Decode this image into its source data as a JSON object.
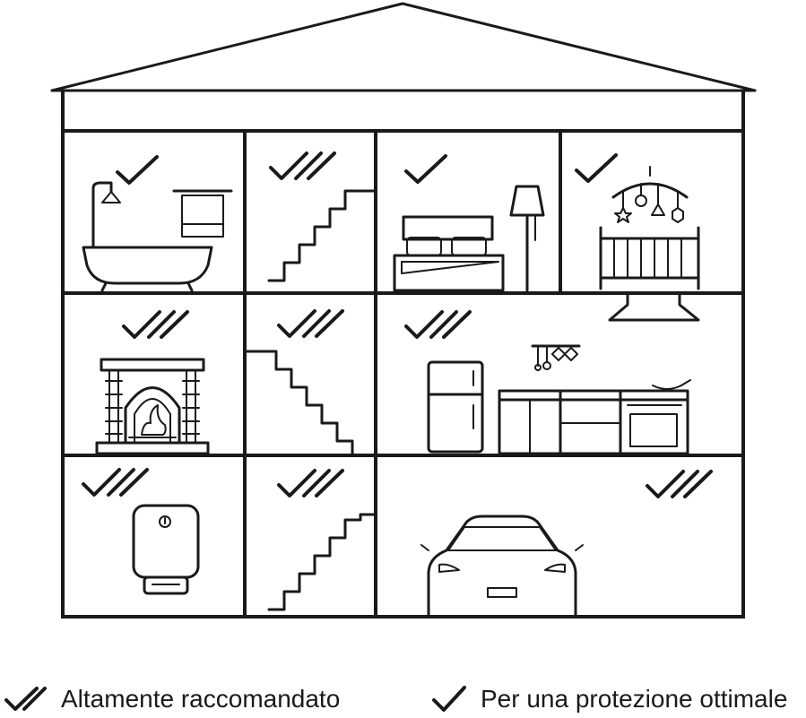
{
  "legend": {
    "double_check_label": "Altamente raccomandato",
    "single_check_label": "Per una protezione ottimale"
  },
  "icons": {
    "single_check": "single-check-icon",
    "double_check": "double-check-icon"
  },
  "rooms": [
    {
      "name": "bathroom",
      "check": "single"
    },
    {
      "name": "stairs-top",
      "check": "double"
    },
    {
      "name": "bedroom",
      "check": "single"
    },
    {
      "name": "nursery",
      "check": "single"
    },
    {
      "name": "living-room-fireplace",
      "check": "double"
    },
    {
      "name": "stairs-middle",
      "check": "double"
    },
    {
      "name": "kitchen",
      "check": "double"
    },
    {
      "name": "boiler-room",
      "check": "double"
    },
    {
      "name": "stairs-bottom",
      "check": "double"
    },
    {
      "name": "garage",
      "check": "double"
    }
  ]
}
